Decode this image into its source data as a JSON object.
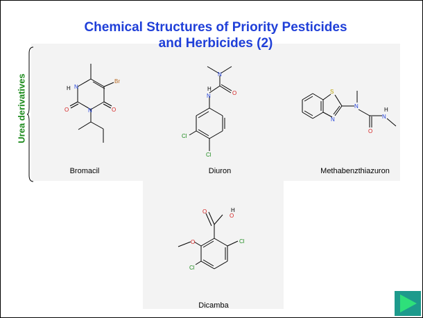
{
  "slide": {
    "title_line1": "Chemical Structures of Priority Pesticides",
    "title_line2": "and Herbicides (2)",
    "side_label": "Urea derivatives",
    "colors": {
      "title": "#1f3fd8",
      "side_label": "#1c8a1c",
      "panel": "#f3f3f3",
      "nav_button": "#1d9a8c"
    }
  },
  "compounds": [
    {
      "name": "Bromacil",
      "atoms": [
        "H",
        "N",
        "Br",
        "O",
        "N",
        "O"
      ]
    },
    {
      "name": "Diuron",
      "atoms": [
        "N",
        "O",
        "H",
        "N",
        "Cl",
        "Cl"
      ]
    },
    {
      "name": "Methabenzthiazuron",
      "atoms": [
        "S",
        "N",
        "N",
        "H",
        "N",
        "O"
      ]
    },
    {
      "name": "Dicamba",
      "atoms": [
        "H",
        "O",
        "O",
        "O",
        "Cl",
        "Cl"
      ]
    }
  ],
  "nav": {
    "icon": "play-arrow-icon"
  }
}
